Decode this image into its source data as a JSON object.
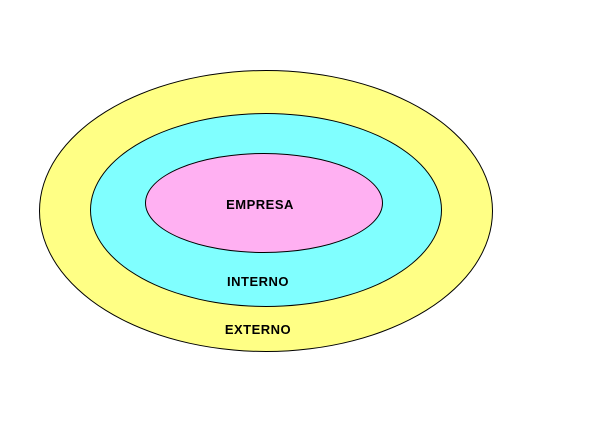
{
  "diagram": {
    "type": "concentric-ellipses",
    "background": "#FFFFFF",
    "border_color": "#000000",
    "text_color": "#000000",
    "layers": [
      {
        "name": "outer",
        "label": "EXTERNO",
        "color": "#FFFF85"
      },
      {
        "name": "middle",
        "label": "INTERNO",
        "color": "#80FFFF"
      },
      {
        "name": "inner",
        "label": "EMPRESA",
        "color": "#FFB0F2"
      }
    ]
  }
}
